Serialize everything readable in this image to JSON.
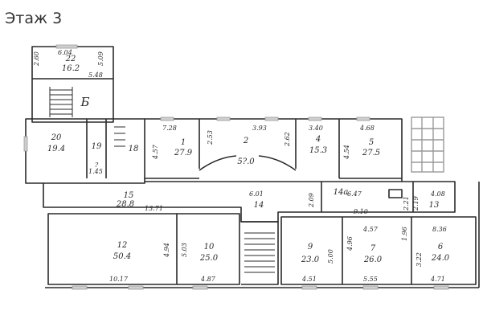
{
  "title": "Этаж 3",
  "colors": {
    "ink": "#2a2a2a",
    "window": "#9a9a9a"
  },
  "rooms": [
    {
      "id": "r22",
      "number": "22",
      "area": "16.2"
    },
    {
      "id": "r20",
      "number": "20",
      "area": "19.4"
    },
    {
      "id": "r19",
      "number": "19"
    },
    {
      "id": "r18",
      "number": "18"
    },
    {
      "id": "r1",
      "number": "1",
      "area": "27.9"
    },
    {
      "id": "r2",
      "number": "2",
      "area": "5?.0"
    },
    {
      "id": "r4",
      "number": "4",
      "area": "15.3"
    },
    {
      "id": "r5",
      "number": "5",
      "area": "27.5"
    },
    {
      "id": "r14",
      "number": "14"
    },
    {
      "id": "r14a",
      "number": "14а"
    },
    {
      "id": "r13",
      "number": "13"
    },
    {
      "id": "r15",
      "number": "15",
      "area": "28.8"
    },
    {
      "id": "r12",
      "number": "12",
      "area": "50.4"
    },
    {
      "id": "r10",
      "number": "10",
      "area": "25.0"
    },
    {
      "id": "r9",
      "number": "9",
      "area": "23.0"
    },
    {
      "id": "r7",
      "number": "7",
      "area": "26.0"
    },
    {
      "id": "r6",
      "number": "6",
      "area": "24.0"
    }
  ],
  "letters": {
    "stair_b": "Б",
    "r19_sub": "?"
  },
  "dimensions": {
    "d_604": "6.04",
    "d_260": "2.60",
    "d_509": "5.09",
    "d_548": "5.48",
    "d_728": "7.28",
    "d_393": "3.93",
    "d_340": "3.40",
    "d_468": "4.68",
    "d_457a": "4.57",
    "d_253": "2.53",
    "d_262": "2.62",
    "d_454": "4.54",
    "d_145": "1.45",
    "d_601": "6.01",
    "d_1371": "13.71",
    "d_209": "2.09",
    "d_647": "6.47",
    "d_910": "9.10",
    "d_221": "2.21",
    "d_219": "2.19",
    "d_408": "4.08",
    "d_494": "4.94",
    "d_503": "5.03",
    "d_500": "5.00",
    "d_496": "4.96",
    "d_457b": "4.57",
    "d_196": "1.96",
    "d_836": "8.36",
    "d_322": "3.22",
    "d_1017": "10.17",
    "d_487": "4.87",
    "d_451": "4.51",
    "d_555": "5.55",
    "d_471": "4.71"
  }
}
